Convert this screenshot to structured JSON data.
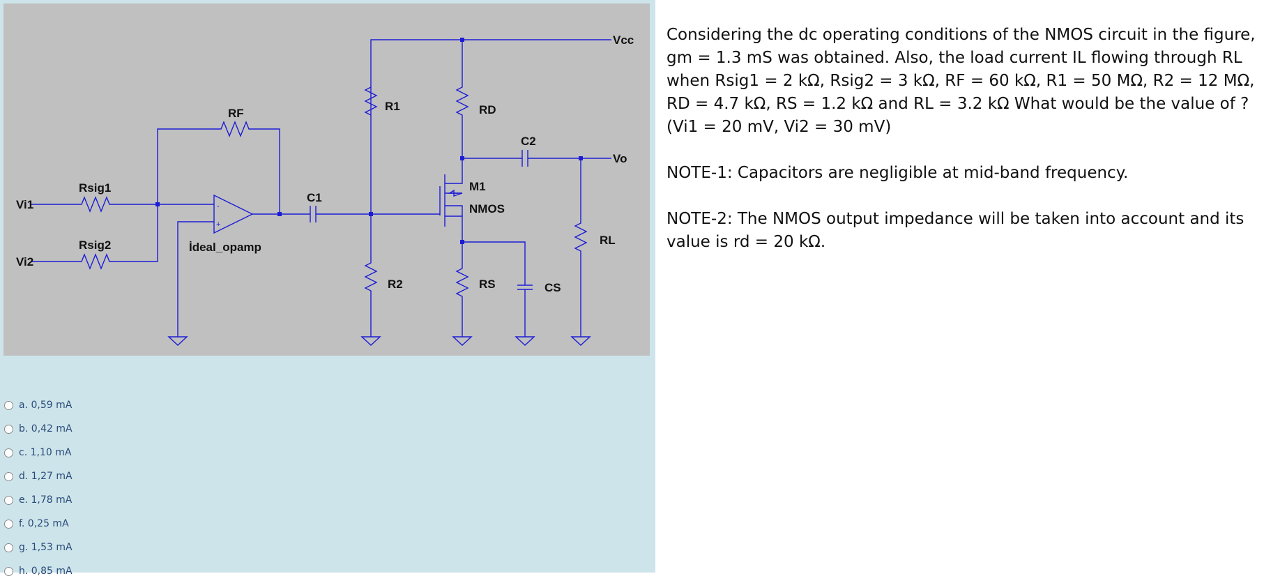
{
  "schematic": {
    "labels": {
      "vcc": "Vcc",
      "vo": "Vo",
      "vi1": "Vi1",
      "vi2": "Vi2",
      "rsig1": "Rsig1",
      "rsig2": "Rsig2",
      "rf": "RF",
      "c1": "C1",
      "c2": "C2",
      "r1": "R1",
      "r2": "R2",
      "rd": "RD",
      "rs": "RS",
      "cs": "CS",
      "rl": "RL",
      "m1": "M1",
      "nmos": "NMOS",
      "opamp": "İdeal_opamp",
      "minus": "-",
      "plus": "+"
    }
  },
  "question": {
    "text": "Considering the dc operating conditions of the NMOS circuit in the figure, gm = 1.3 mS was obtained. Also, the load current IL flowing through RL when Rsig1 = 2 kΩ, Rsig2 = 3 kΩ, RF = 60 kΩ, R1 = 50 MΩ, R2 = 12 MΩ, RD = 4.7 kΩ, RS = 1.2 kΩ and RL = 3.2 kΩ What would be the value of ? (Vi1 = 20 mV, Vi2 = 30 mV)",
    "note1": "NOTE-1: Capacitors are negligible at mid-band frequency.",
    "note2": "NOTE-2: The NMOS output impedance will be taken into account and its value is rd = 20 kΩ."
  },
  "options": [
    {
      "label": "a. 0,59 mA"
    },
    {
      "label": "b. 0,42 mA"
    },
    {
      "label": "c. 1,10 mA"
    },
    {
      "label": "d. 1,27 mA"
    },
    {
      "label": "e. 1,78 mA"
    },
    {
      "label": "f. 0,25 mA"
    },
    {
      "label": "g. 1,53 mA"
    },
    {
      "label": "h. 0,85 mA"
    }
  ]
}
